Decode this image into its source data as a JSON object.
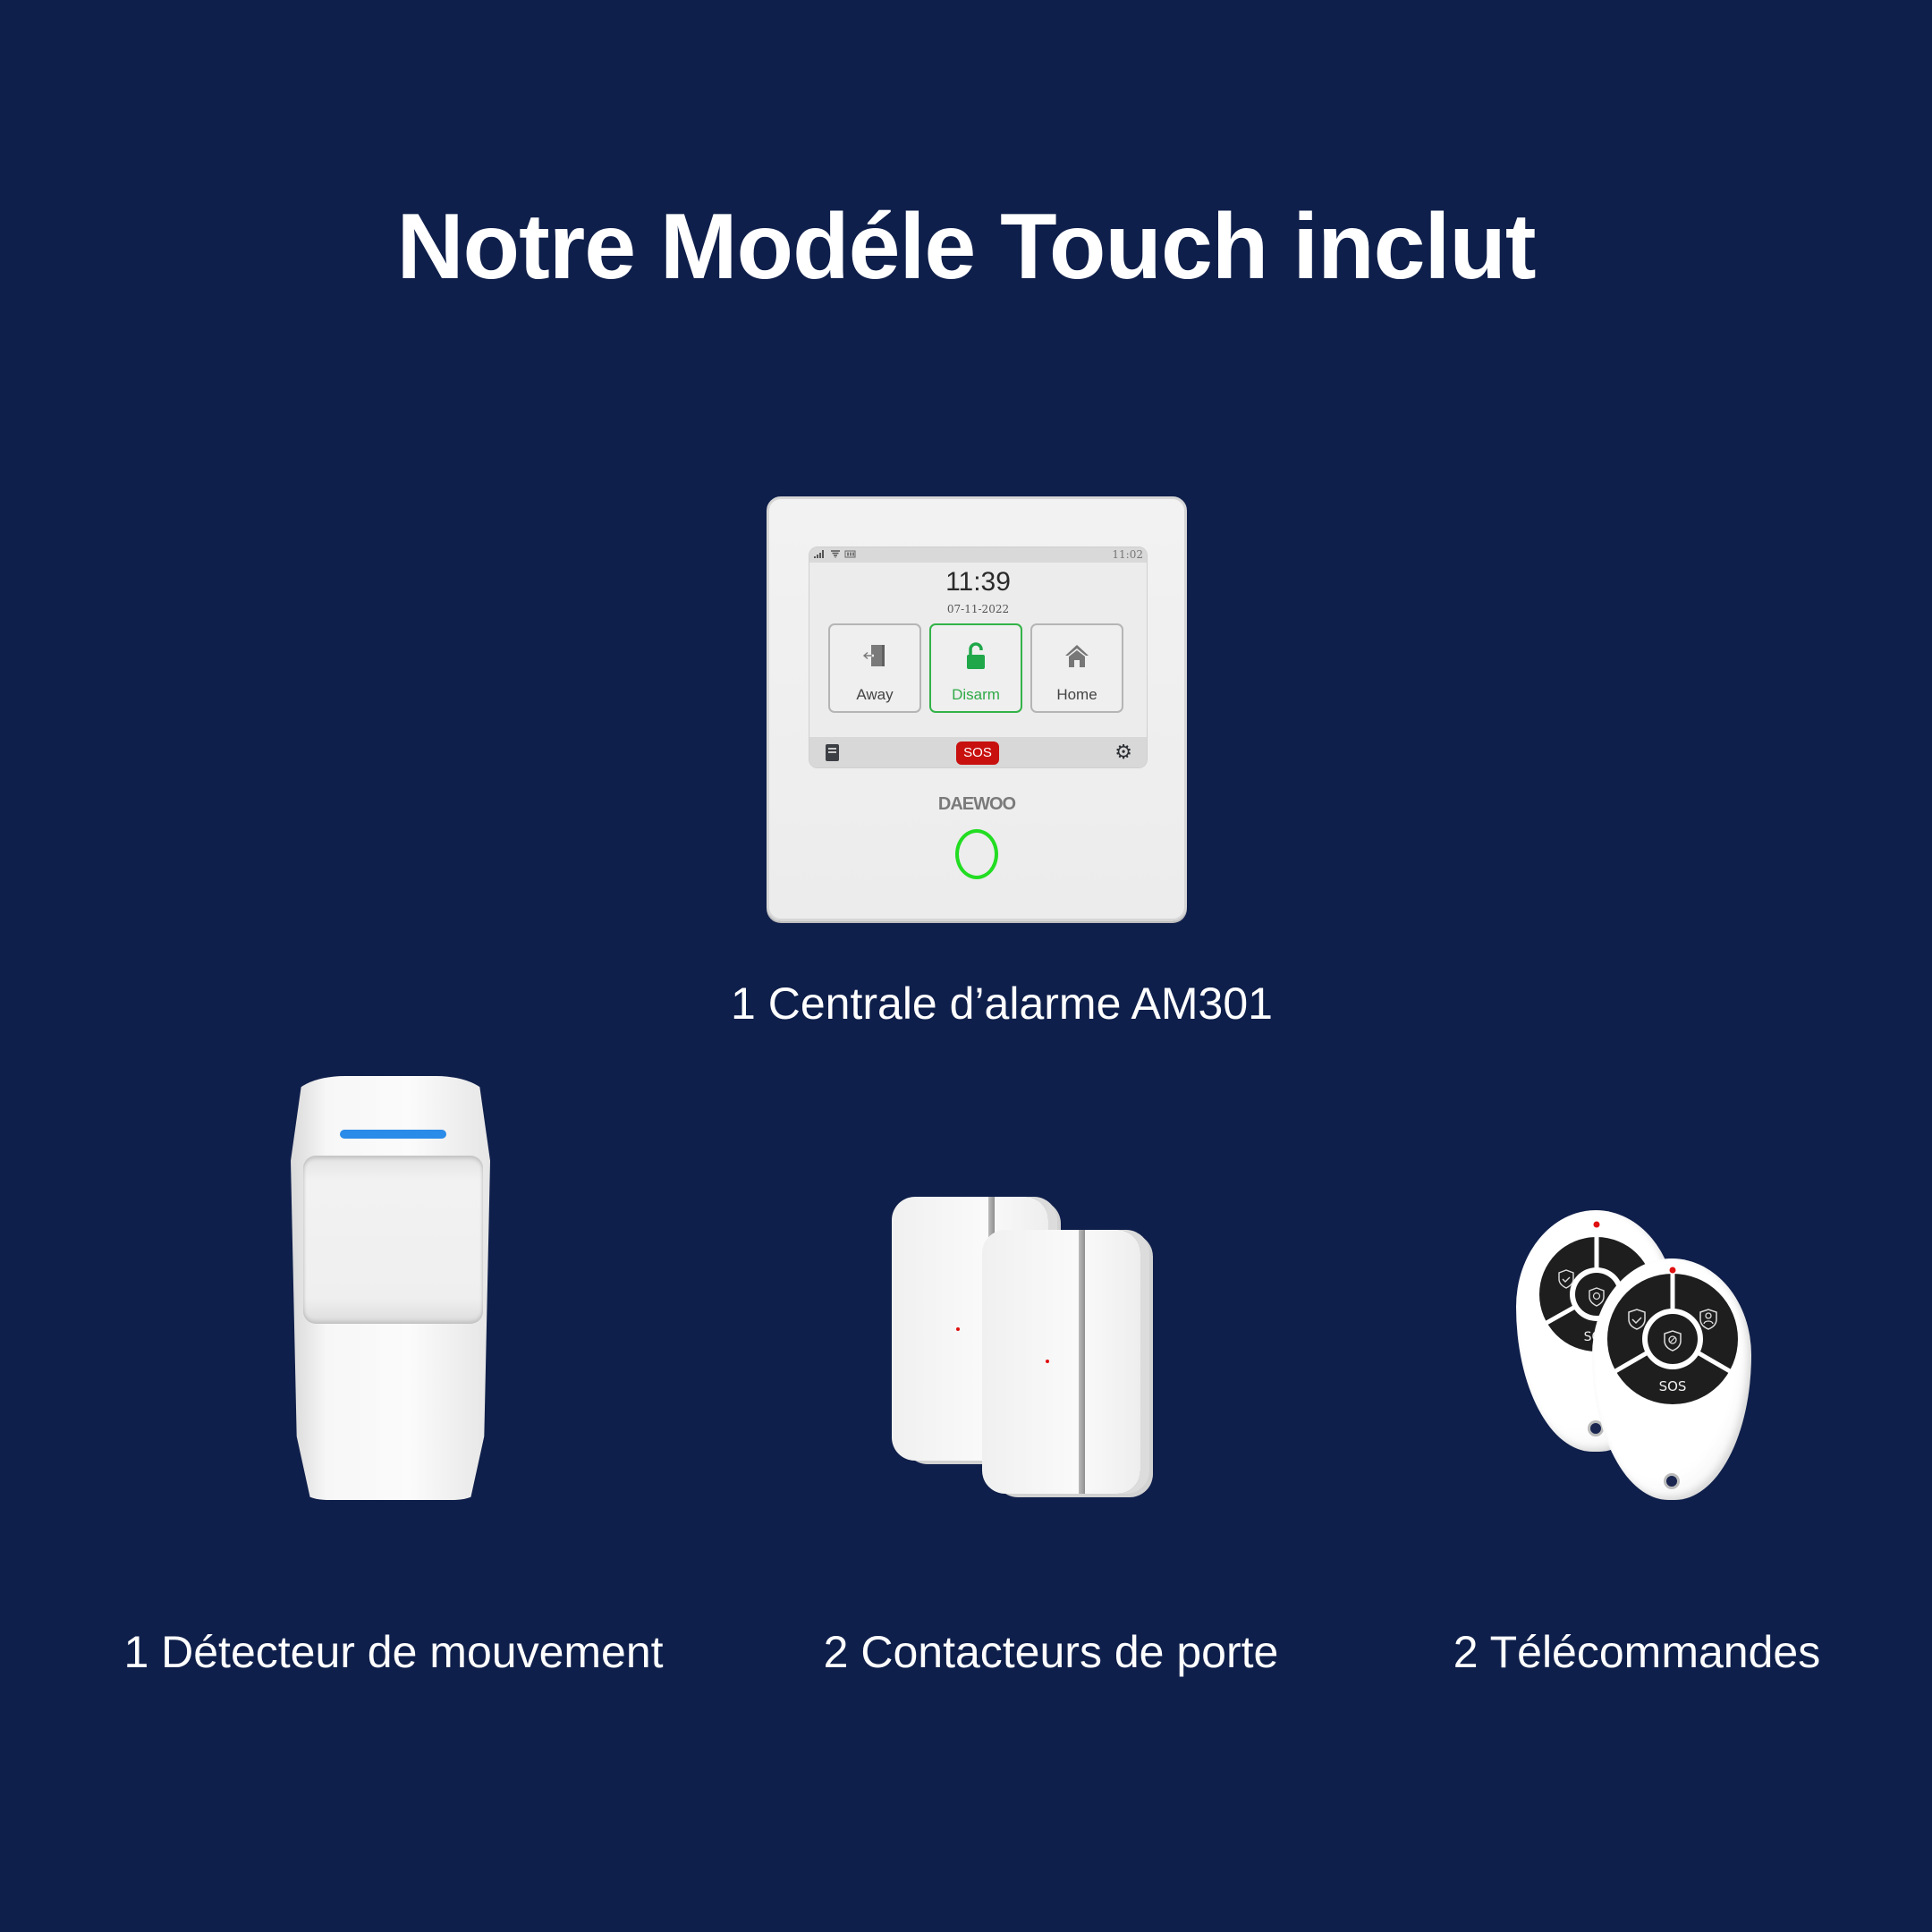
{
  "page": {
    "title": "Notre Modéle Touch inclut",
    "background_color": "#0f1f4b"
  },
  "items": [
    {
      "label": "1 Centrale d’alarme AM301"
    },
    {
      "label": "1 Détecteur de mouvement"
    },
    {
      "label": "2 Contacteurs de porte"
    },
    {
      "label": "2 Télécommandes"
    }
  ],
  "panel": {
    "status_icons": "signal-icon wifi-icon battery-icon",
    "status_time": "11:02",
    "clock": "11:39",
    "date": "07-11-2022",
    "modes": [
      {
        "label": "Away",
        "icon": "exit-door-icon",
        "active": false
      },
      {
        "label": "Disarm",
        "icon": "unlock-icon",
        "active": true
      },
      {
        "label": "Home",
        "icon": "home-icon",
        "active": false
      }
    ],
    "sos_label": "SOS",
    "brand": "DAEWOO",
    "accent_green": "#2faa48",
    "ring_color": "#22dd22",
    "sos_color": "#c8100f"
  },
  "remote": {
    "sos_label": "SOS",
    "buttons": [
      "arm-shield-icon",
      "disarm-shield-icon",
      "home-user-shield-icon",
      "sos"
    ]
  },
  "detector": {
    "led_color": "#2a8be8"
  }
}
